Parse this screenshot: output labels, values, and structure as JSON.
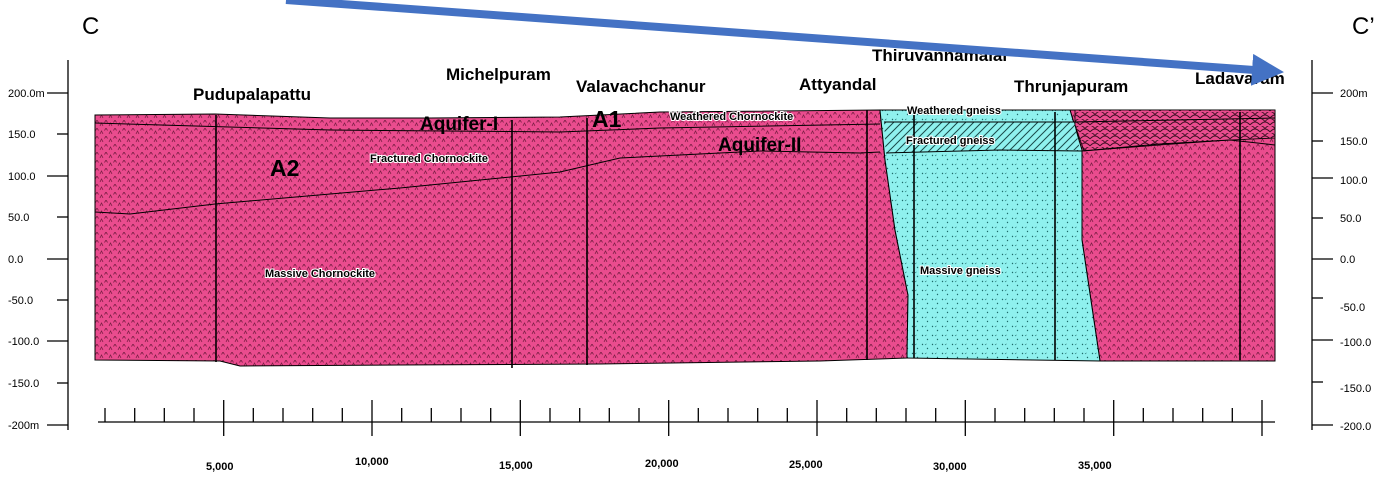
{
  "section": {
    "start_label": "C",
    "end_label": "C’",
    "villages": [
      "Pudupalapattu",
      "Michelpuram",
      "Valavachchanur",
      "Attyandal",
      "Thiruvannamalai",
      "Thrunjapuram",
      "Ladavaram"
    ],
    "aquifer_labels": [
      "Aquifer-I",
      "Aquifer-II"
    ],
    "unit_labels": [
      "A1",
      "A2"
    ],
    "layer_labels": {
      "weathered_charnockite": "Weathered Chornockite",
      "fractured_charnockite": "Fractured Chornockite",
      "massive_charnockite": "Massive Chornockite",
      "weathered_gneiss": "Weathered gneiss",
      "fractured_gneiss": "Fractured gneiss",
      "massive_gneiss": "Massive gneiss"
    }
  },
  "axes": {
    "left_ticks": [
      "200.0m",
      "150.0",
      "100.0",
      "50.0",
      "0.0",
      "-50.0",
      "-100.0",
      "-150.0",
      "-200m"
    ],
    "right_ticks": [
      "200m",
      "150.0",
      "100.0",
      "50.0",
      "0.0",
      "-50.0",
      "-100.0",
      "-150.0",
      "-200.0"
    ],
    "distance_ticks": [
      "5,000",
      "10,000",
      "15,000",
      "20,000",
      "25,000",
      "30,000",
      "35,000"
    ]
  },
  "colors": {
    "charnockite": "#ea4c8e",
    "gneiss": "#8ff1ee",
    "arrow": "#4472c4",
    "outline": "#000000"
  }
}
